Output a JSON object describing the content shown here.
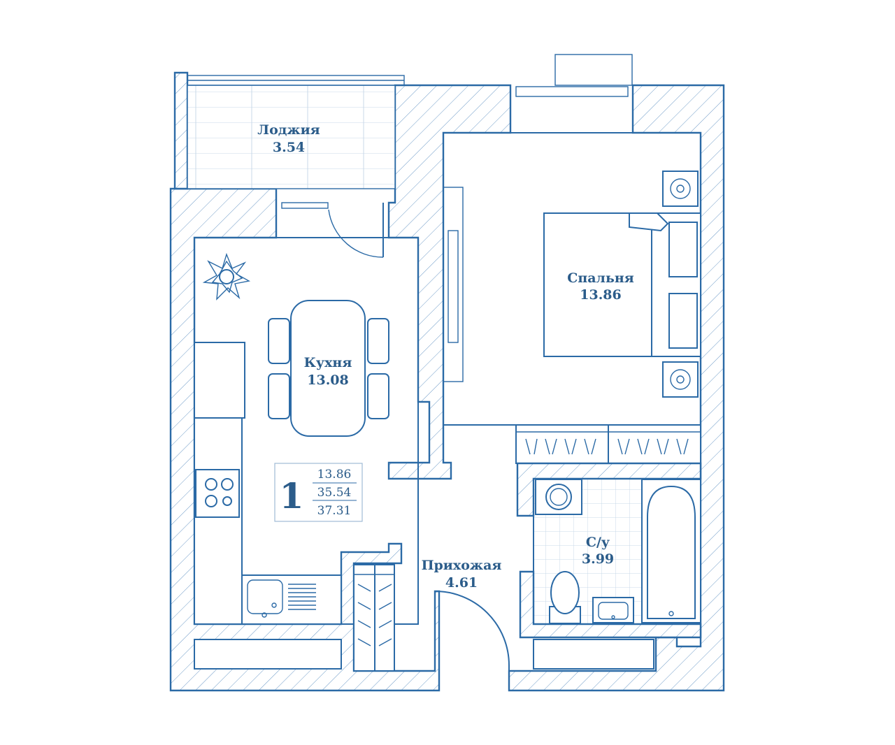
{
  "rooms": {
    "loggia": {
      "name": "Лоджия",
      "area": "3.54"
    },
    "kitchen": {
      "name": "Кухня",
      "area": "13.08"
    },
    "bedroom": {
      "name": "Спальня",
      "area": "13.86"
    },
    "bathroom": {
      "name": "С/у",
      "area": "3.99"
    },
    "hallway": {
      "name": "Прихожая",
      "area": "4.61"
    }
  },
  "summary": {
    "rooms_count": "1",
    "living_area": "13.86",
    "total_area": "35.54",
    "total_with_loggia": "37.31"
  },
  "colors": {
    "line": "#2b6aa6",
    "text": "#2b5c8a",
    "tile": "#c9d8e8"
  }
}
